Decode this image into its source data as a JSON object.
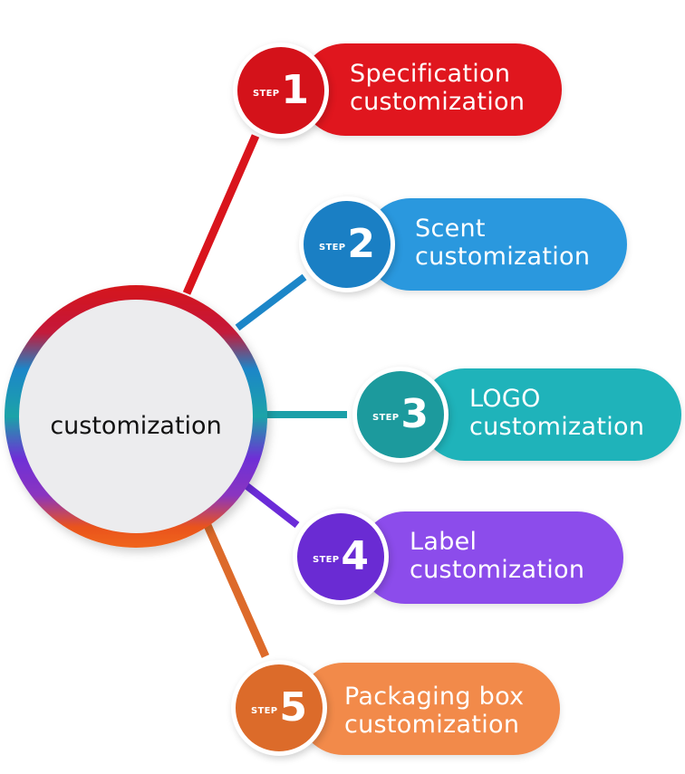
{
  "center": {
    "label": "customization"
  },
  "steps": [
    {
      "step_word": "STEP",
      "number": "1",
      "line1": "Specification",
      "line2": "customization",
      "color": "#E0161E",
      "badge_color": "#D4121A"
    },
    {
      "step_word": "STEP",
      "number": "2",
      "line1": "Scent",
      "line2": "customization",
      "color": "#2A98DE",
      "badge_color": "#1A7FC4"
    },
    {
      "step_word": "STEP",
      "number": "3",
      "line1": "LOGO",
      "line2": "customization",
      "color": "#1FB3BA",
      "badge_color": "#1C9A9D"
    },
    {
      "step_word": "STEP",
      "number": "4",
      "line1": "Label",
      "line2": "customization",
      "color": "#8C4CEB",
      "badge_color": "#6A2BD3"
    },
    {
      "step_word": "STEP",
      "number": "5",
      "line1": "Packaging box",
      "line2": "customization",
      "color": "#F28A4A",
      "badge_color": "#DC6B2A"
    }
  ]
}
